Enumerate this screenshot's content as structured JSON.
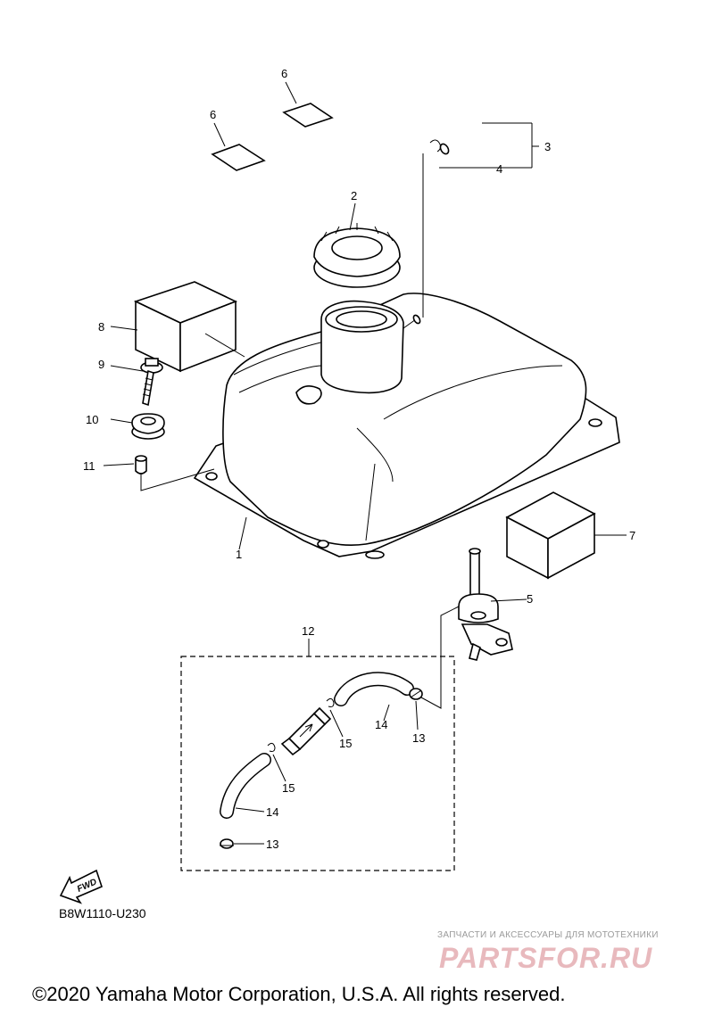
{
  "callouts": {
    "c1": "1",
    "c2": "2",
    "c3": "3",
    "c4": "4",
    "c5": "5",
    "c6a": "6",
    "c6b": "6",
    "c7": "7",
    "c8": "8",
    "c9": "9",
    "c10": "10",
    "c11": "11",
    "c12": "12",
    "c13a": "13",
    "c13b": "13",
    "c14a": "14",
    "c14b": "14",
    "c15a": "15",
    "c15b": "15"
  },
  "fwd_label": "FWD",
  "reference_code": "B8W1110-U230",
  "watermark": {
    "subtitle": "ЗАПЧАСТИ И АКСЕССУАРЫ ДЛЯ МОТОТЕХНИКИ",
    "logo": "PARTSFOR.RU"
  },
  "copyright": "©2020 Yamaha Motor Corporation, U.S.A. All rights reserved."
}
